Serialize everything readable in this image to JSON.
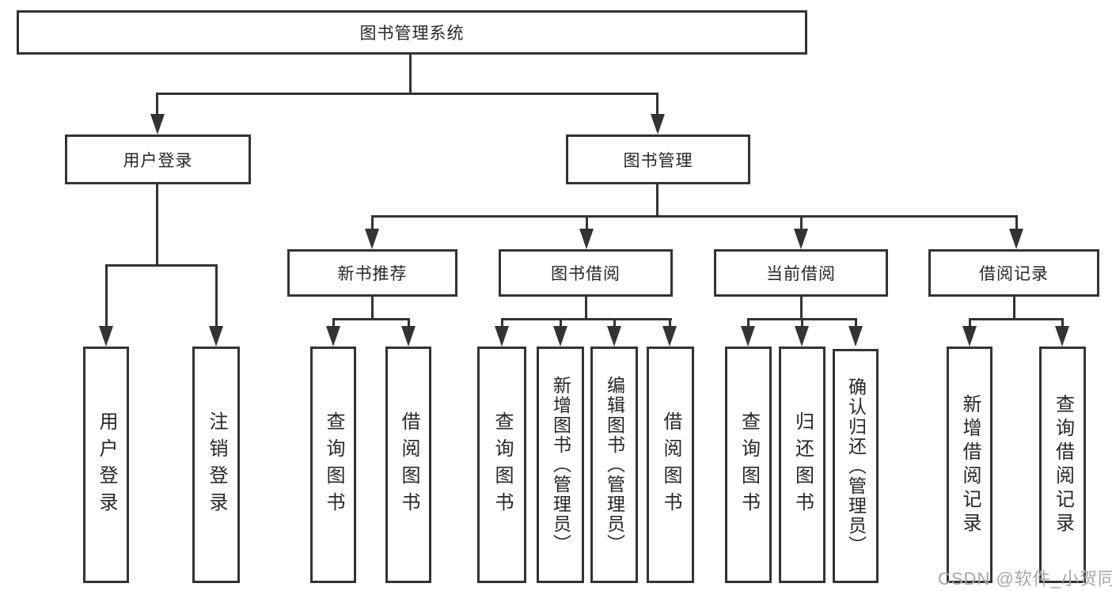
{
  "diagram": {
    "root": {
      "label": "图书管理系统"
    },
    "login": {
      "label": "用户登录",
      "children": [
        {
          "label": "用户登录"
        },
        {
          "label": "注销登录"
        }
      ]
    },
    "management": {
      "label": "图书管理",
      "sections": [
        {
          "label": "新书推荐",
          "children": [
            {
              "label": "查询图书"
            },
            {
              "label": "借阅图书"
            }
          ]
        },
        {
          "label": "图书借阅",
          "children": [
            {
              "label": "查询图书"
            },
            {
              "label": "新增图书（管理员）"
            },
            {
              "label": "编辑图书（管理员）"
            },
            {
              "label": "借阅图书"
            }
          ]
        },
        {
          "label": "当前借阅",
          "children": [
            {
              "label": "查询图书"
            },
            {
              "label": "归还图书"
            },
            {
              "label": "确认归还（管理员）"
            }
          ]
        },
        {
          "label": "借阅记录",
          "children": [
            {
              "label": "新增借阅记录"
            },
            {
              "label": "查询借阅记录"
            }
          ]
        }
      ]
    },
    "line_color": "#333333",
    "watermark": "CSDN @软件_小贺同学"
  }
}
